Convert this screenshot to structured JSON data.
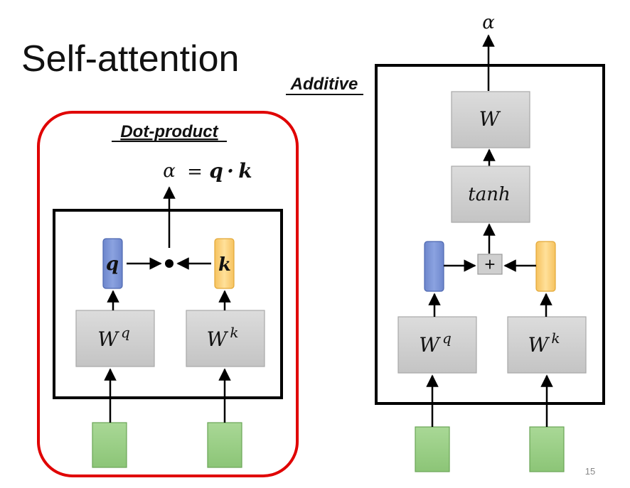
{
  "slide": {
    "title": "Self-attention",
    "page_number": "15"
  },
  "dot_product": {
    "label": "Dot-product",
    "output_alpha": "α",
    "output_eq": "=",
    "output_q": "q",
    "output_dot": "·",
    "output_k": "k",
    "query_label": "q",
    "key_label": "k",
    "wq_base": "W",
    "wq_sup": "q",
    "wk_base": "W",
    "wk_sup": "k"
  },
  "additive": {
    "label": "Additive",
    "output_alpha": "α",
    "w_label": "W",
    "tanh_label": "tanh",
    "plus_label": "+",
    "wq_base": "W",
    "wq_sup": "q",
    "wk_base": "W",
    "wk_sup": "k"
  },
  "colors": {
    "highlight_border": "#e00000",
    "box_border": "#000000",
    "weight_fill": "#d0d0d0",
    "query_fill": "#7b93d4",
    "key_fill": "#fcd37c",
    "input_fill": "#9fd08a"
  }
}
